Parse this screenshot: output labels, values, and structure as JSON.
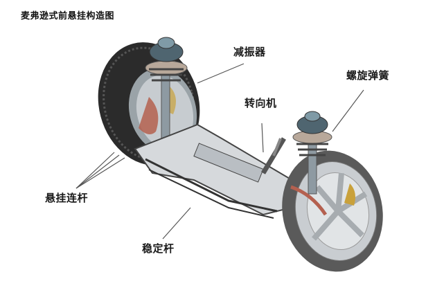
{
  "title": "麦弗逊式前悬挂构造图",
  "labels": {
    "shock_absorber": "减振器",
    "coil_spring": "螺旋弹簧",
    "steering_gear": "转向机",
    "suspension_link": "悬挂连杆",
    "stabilizer_bar": "稳定杆"
  },
  "colors": {
    "tire": "#2b2b2b",
    "metal": "#b9bec3",
    "frame": "#d6d9dc",
    "brake": "#b4604f",
    "caliper": "#c9a13b",
    "strut_top": "#4f6570",
    "leader_line": "#555555"
  }
}
